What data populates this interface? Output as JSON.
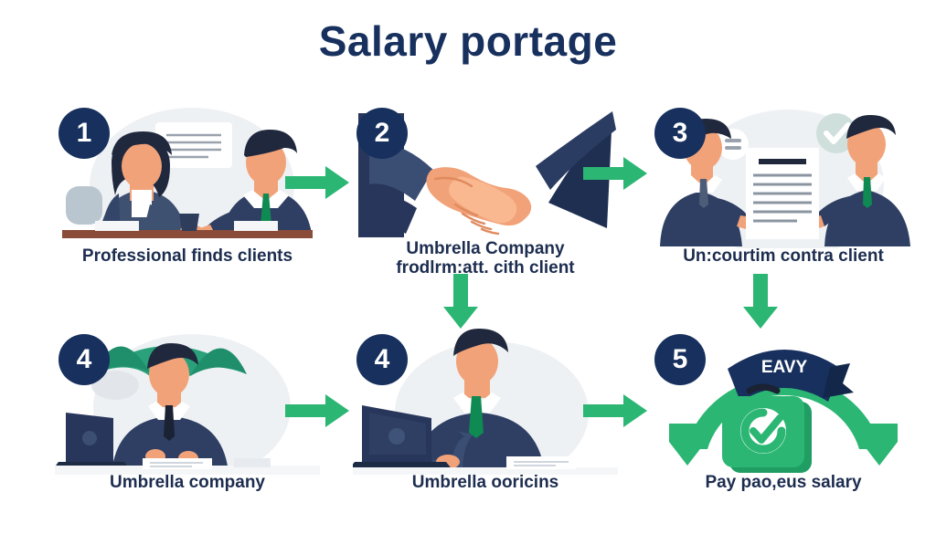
{
  "header": {
    "title": "Salary portage"
  },
  "colors": {
    "navy": "#17305e",
    "navy_text": "#1d2d50",
    "green": "#2bb673",
    "green_dark": "#1f9d63",
    "teal": "#2aa17a",
    "background": "#ffffff",
    "blob": "#eef1f4",
    "skin": "#f2a278",
    "suit_navy": "#2e3f63",
    "suit_dark": "#27365a"
  },
  "steps": [
    {
      "number": "1",
      "caption": "Professional finds clients",
      "caption_lines": [
        "Professional finds clients"
      ],
      "illustration": "two-professionals-at-desk"
    },
    {
      "number": "2",
      "caption": "Umbrella Company frodlrm:att. cith client",
      "caption_lines": [
        "Umbrella Company",
        "frodlrm:att. cith client"
      ],
      "illustration": "handshake"
    },
    {
      "number": "3",
      "caption": "Un:courtim contra client",
      "caption_lines": [
        "Un:courtim contra client"
      ],
      "illustration": "contract-handover"
    },
    {
      "number": "4",
      "caption": "Umbrella company",
      "caption_lines": [
        "Umbrella company"
      ],
      "illustration": "umbrella-over-worker"
    },
    {
      "number": "4",
      "caption": "Umbrella ooricins",
      "caption_lines": [
        "Umbrella ooricins"
      ],
      "illustration": "worker-at-laptop"
    },
    {
      "number": "5",
      "caption": "Pay pao,eus salary",
      "caption_lines": [
        "Pay  pao,eus salary"
      ],
      "illustration": "briefcase-with-arrows",
      "ribbon_label": "EAVY"
    }
  ],
  "arrows": [
    {
      "name": "arrow-step1-to-step2",
      "direction": "right"
    },
    {
      "name": "arrow-step2-to-step3",
      "direction": "right"
    },
    {
      "name": "arrow-step2-to-step5",
      "direction": "down"
    },
    {
      "name": "arrow-step3-to-step6",
      "direction": "down"
    },
    {
      "name": "arrow-step4-to-step5",
      "direction": "right"
    },
    {
      "name": "arrow-step5-to-step6",
      "direction": "right"
    }
  ]
}
